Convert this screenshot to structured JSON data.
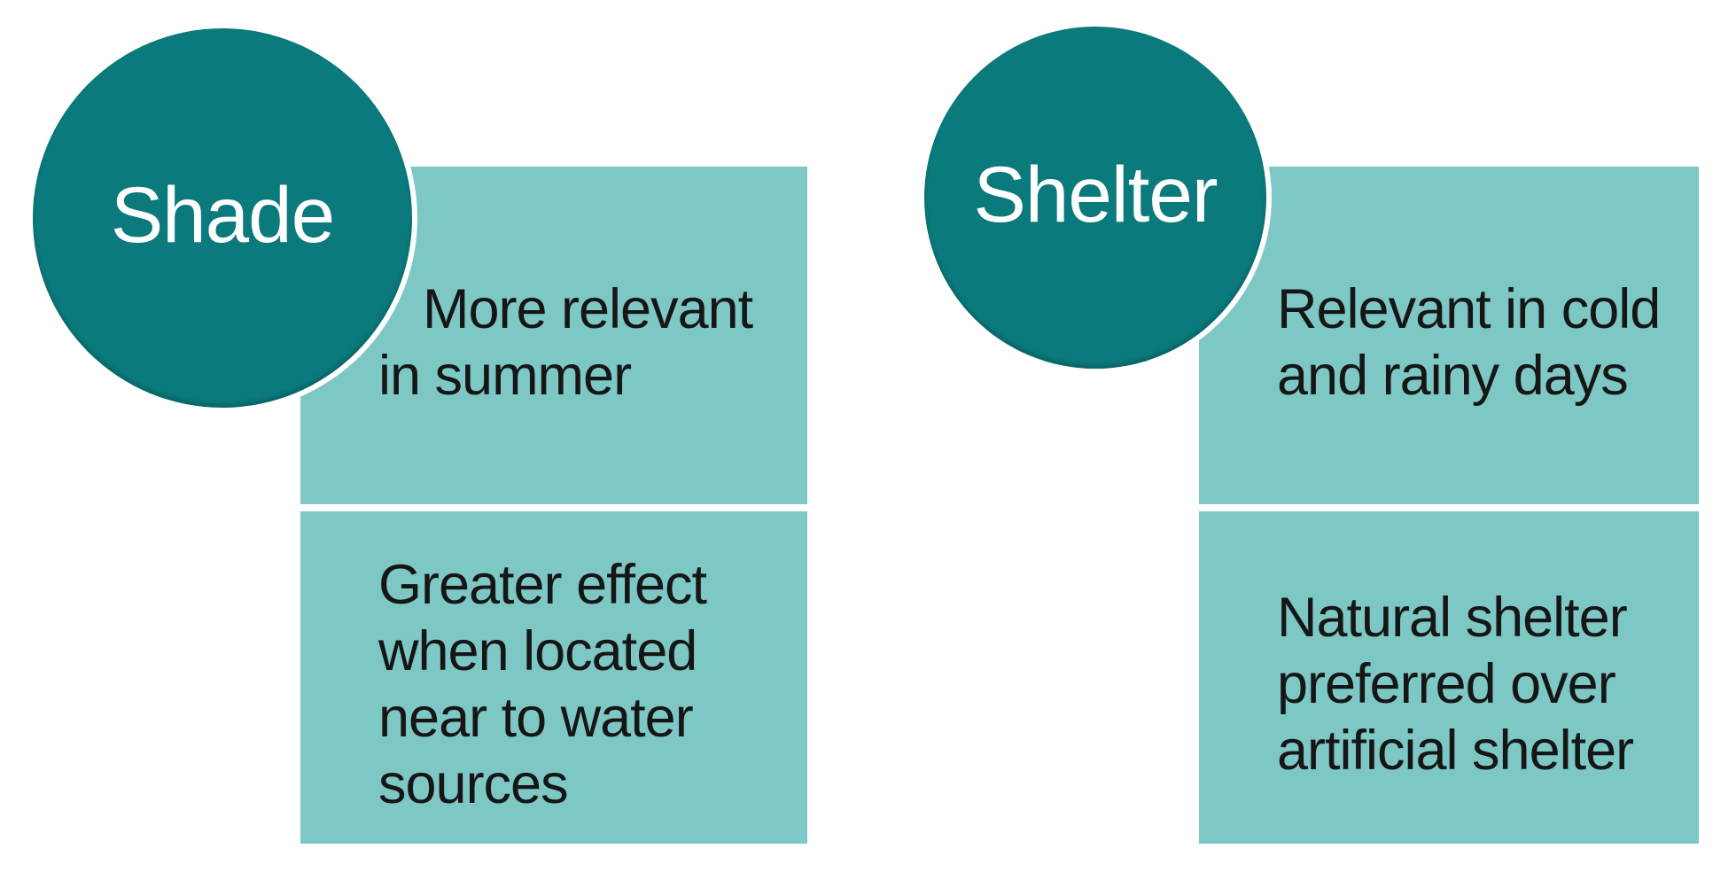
{
  "diagram": {
    "background_color": "#ffffff",
    "colors": {
      "circle_fill": "#0b7a7c",
      "circle_ring": "#ffffff",
      "box_fill": "#7dc8c5",
      "circle_text": "#ffffff",
      "box_text": "#161616"
    },
    "groups": [
      {
        "name": "shade",
        "circle_label": "Shade",
        "boxes": [
          {
            "text": "More relevant in summer"
          },
          {
            "text": "Greater effect when located near to water sources"
          }
        ],
        "box_lines": [
          "More relevant\nin summer",
          "Greater effect\nwhen located\nnear to water\nsources"
        ]
      },
      {
        "name": "shelter",
        "circle_label": "Shelter",
        "boxes": [
          {
            "text": "Relevant in cold and rainy days"
          },
          {
            "text": "Natural shelter preferred over artificial shelter"
          }
        ],
        "box_lines": [
          "Relevant in cold\nand rainy days",
          "Natural shelter\npreferred over\nartificial shelter"
        ]
      }
    ]
  }
}
